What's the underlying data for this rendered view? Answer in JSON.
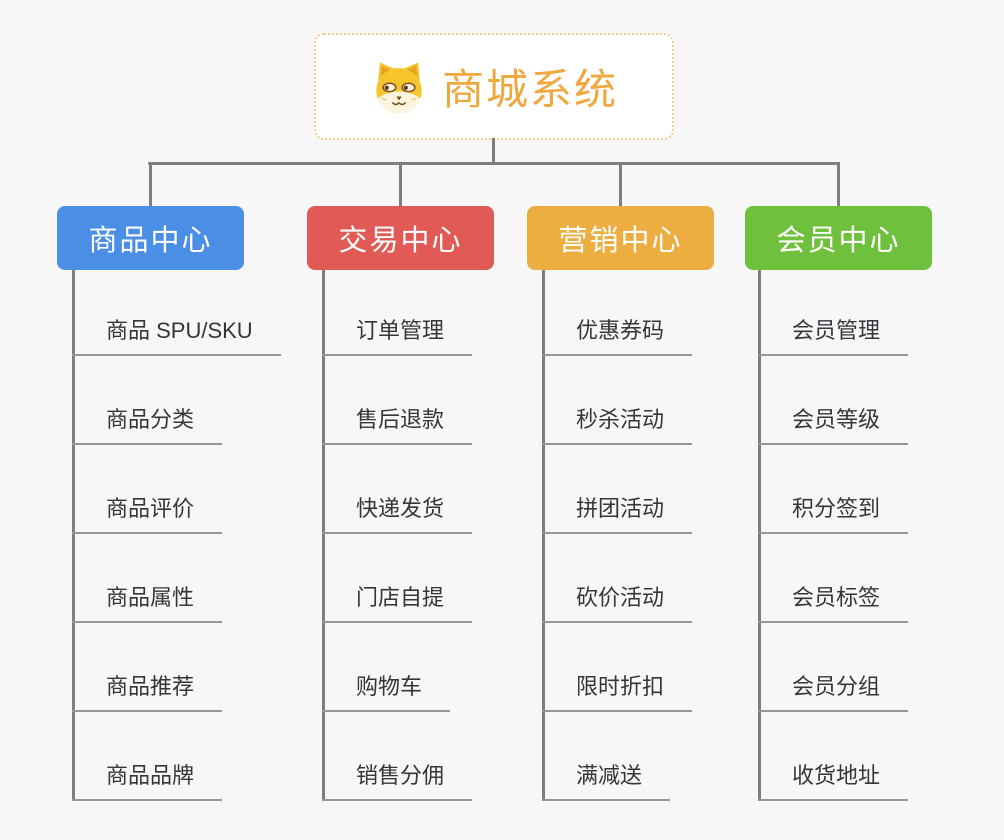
{
  "root": {
    "title": "商城系统",
    "icon": "dog-face-icon"
  },
  "branches": [
    {
      "label": "商品中心",
      "color": "#4a8ee6",
      "children": [
        "商品 SPU/SKU",
        "商品分类",
        "商品评价",
        "商品属性",
        "商品推荐",
        "商品品牌"
      ]
    },
    {
      "label": "交易中心",
      "color": "#e25a55",
      "children": [
        "订单管理",
        "售后退款",
        "快递发货",
        "门店自提",
        "购物车",
        "销售分佣"
      ]
    },
    {
      "label": "营销中心",
      "color": "#ecae41",
      "children": [
        "优惠券码",
        "秒杀活动",
        "拼团活动",
        "砍价活动",
        "限时折扣",
        "满减送"
      ]
    },
    {
      "label": "会员中心",
      "color": "#6fc13d",
      "children": [
        "会员管理",
        "会员等级",
        "积分签到",
        "会员标签",
        "会员分组",
        "收货地址"
      ]
    }
  ],
  "colors": {
    "background": "#f7f7f7",
    "connector": "#7e7e7e",
    "item_underline": "#979797",
    "item_text": "#33363b",
    "root_text": "#efa73e",
    "root_border": "#f4cd8f"
  }
}
